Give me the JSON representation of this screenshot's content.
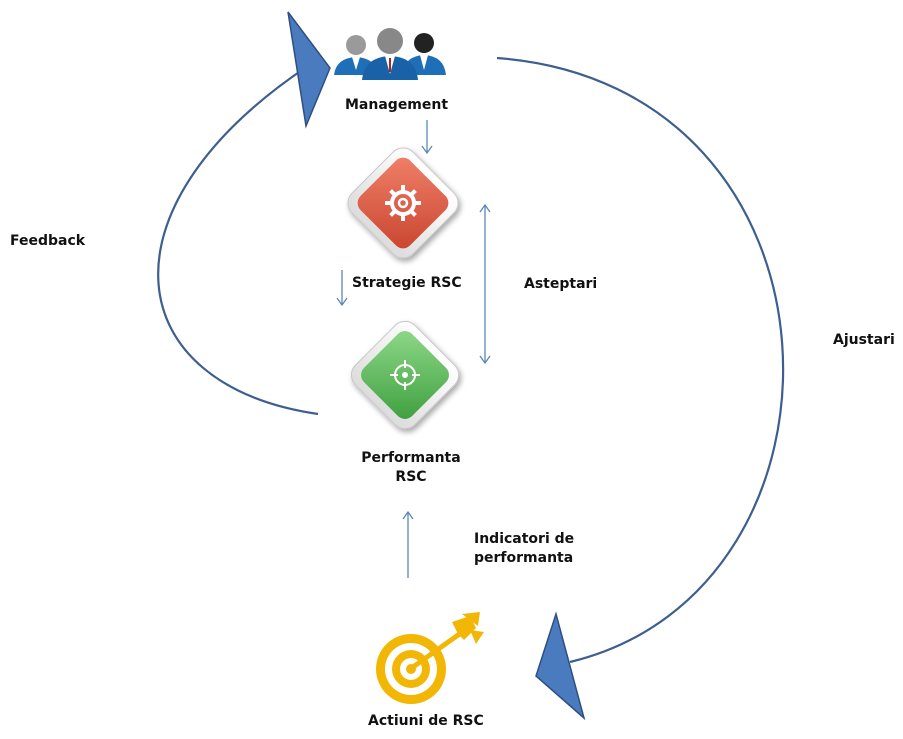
{
  "nodes": {
    "management": "Management",
    "strategie": "Strategie RSC",
    "performanta_line1": "Performanta",
    "performanta_line2": "RSC",
    "actiuni": "Actiuni de RSC"
  },
  "edges": {
    "feedback": "Feedback",
    "asteptari": "Asteptari",
    "ajustari": "Ajustari",
    "indicatori_line1": "Indicatori de",
    "indicatori_line2": "performanta"
  },
  "colors": {
    "arc": "#3d5f8f",
    "arrowhead": "#4a7bbf",
    "arrowhead_stroke": "#2e4f80",
    "thin_arrow": "#5b87b8",
    "strategy_tile": "#d9573f",
    "performance_tile": "#5bb75b",
    "target": "#f2b705",
    "people": "#1f6fb8"
  },
  "icons": {
    "management": "people-group-icon",
    "strategie": "gear-icon",
    "performanta": "crosshair-icon",
    "actiuni": "target-arrow-icon"
  }
}
